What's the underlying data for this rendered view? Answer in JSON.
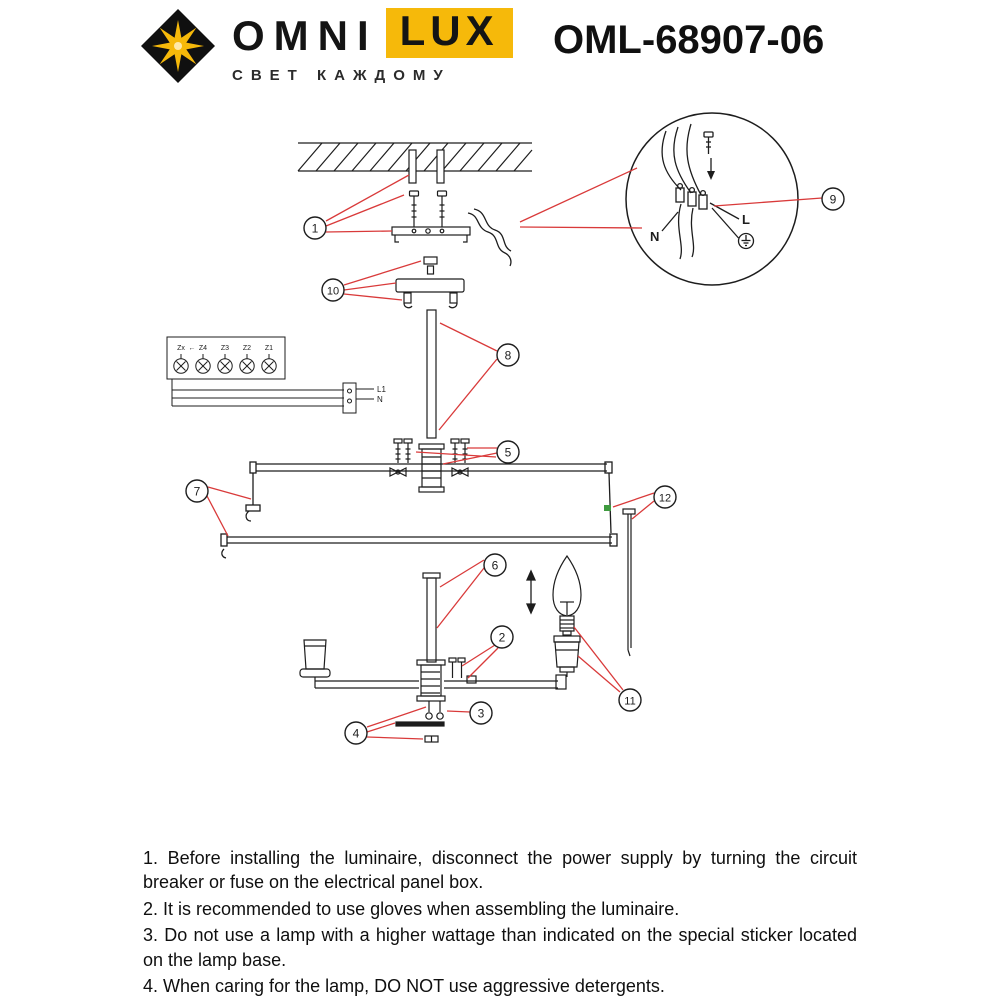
{
  "header": {
    "logo": {
      "omni": "OMNI",
      "lux": "LUX",
      "tagline": "СВЕТ КАЖДОМУ"
    },
    "model": "OML-68907-06"
  },
  "diagram": {
    "callouts": [
      "1",
      "2",
      "3",
      "4",
      "5",
      "6",
      "7",
      "8",
      "9",
      "10",
      "11",
      "12"
    ],
    "inset": {
      "n_label": "N",
      "l_label": "L"
    },
    "schematic": {
      "terminals": [
        "Zx",
        "Z4",
        "Z3",
        "Z2",
        "Z1"
      ],
      "arrow": "←",
      "l1_label": "L1",
      "n_label": "N"
    }
  },
  "instructions": [
    "1. Before installing the luminaire, disconnect the power supply by turning the circuit breaker or fuse on the electrical panel box.",
    "2. It is recommended to use gloves when assembling the luminaire.",
    "3. Do not use a lamp with a higher wattage than indicated on the special sticker located on the lamp base.",
    "4. When caring for the lamp, DO NOT use aggressive detergents."
  ],
  "colors": {
    "leader_red": "#d93a3a",
    "brand_yellow": "#f6b90a",
    "line": "#1d1d1d",
    "green_mark": "#3f9b3f"
  }
}
